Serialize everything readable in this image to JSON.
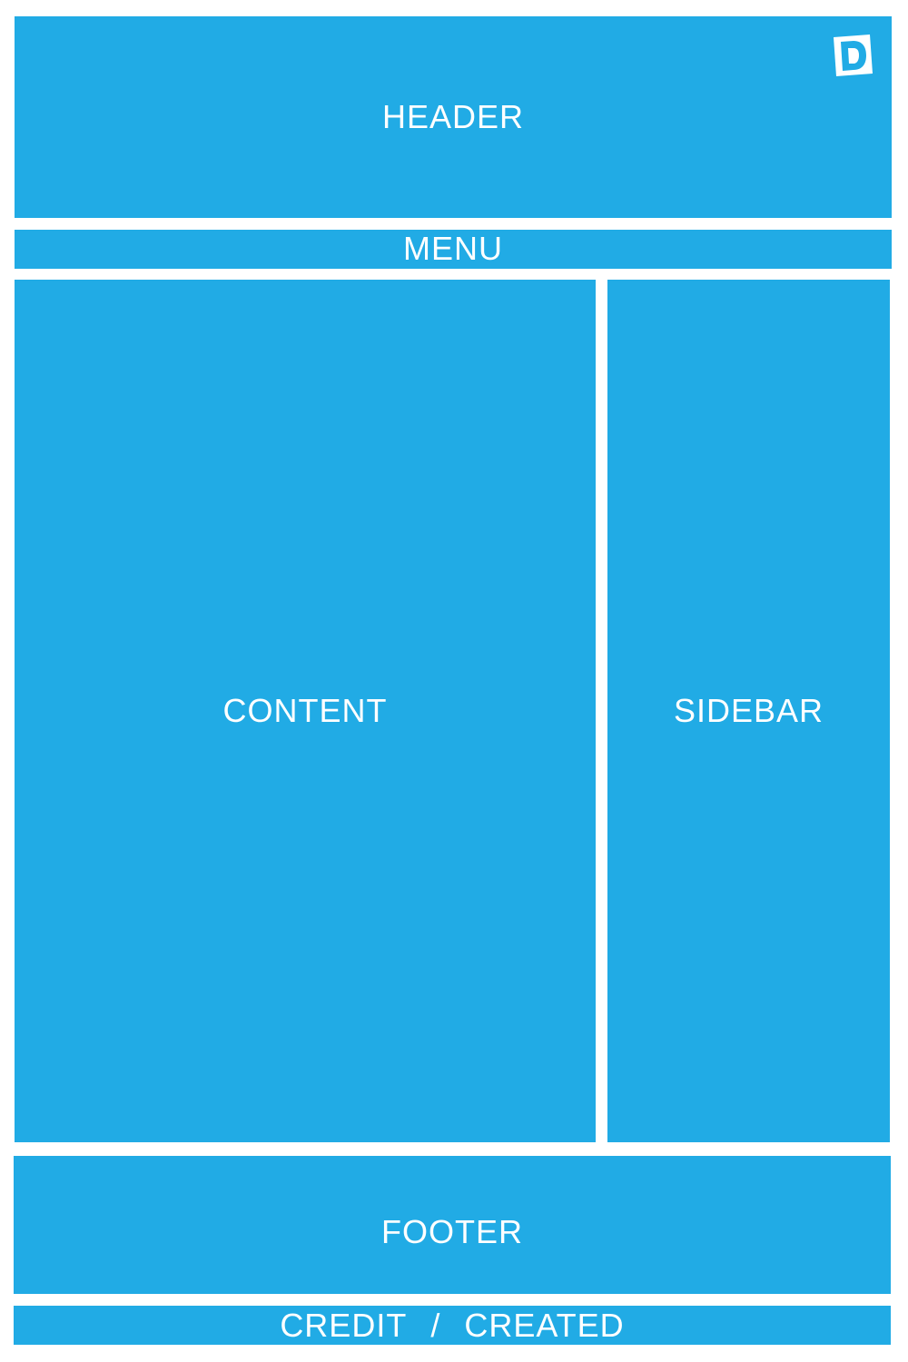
{
  "header": {
    "label": "HEADER"
  },
  "menu": {
    "label": "MENU"
  },
  "content": {
    "label": "CONTENT"
  },
  "sidebar": {
    "label": "SIDEBAR"
  },
  "footer": {
    "label": "FOOTER"
  },
  "credit": {
    "left": "CREDIT",
    "separator": "/",
    "right": "CREATED"
  },
  "logo": {
    "icon": "d-logo-icon",
    "letter": "D"
  },
  "colors": {
    "block": "#21abe5",
    "background": "#ffffff",
    "text": "#ffffff"
  }
}
